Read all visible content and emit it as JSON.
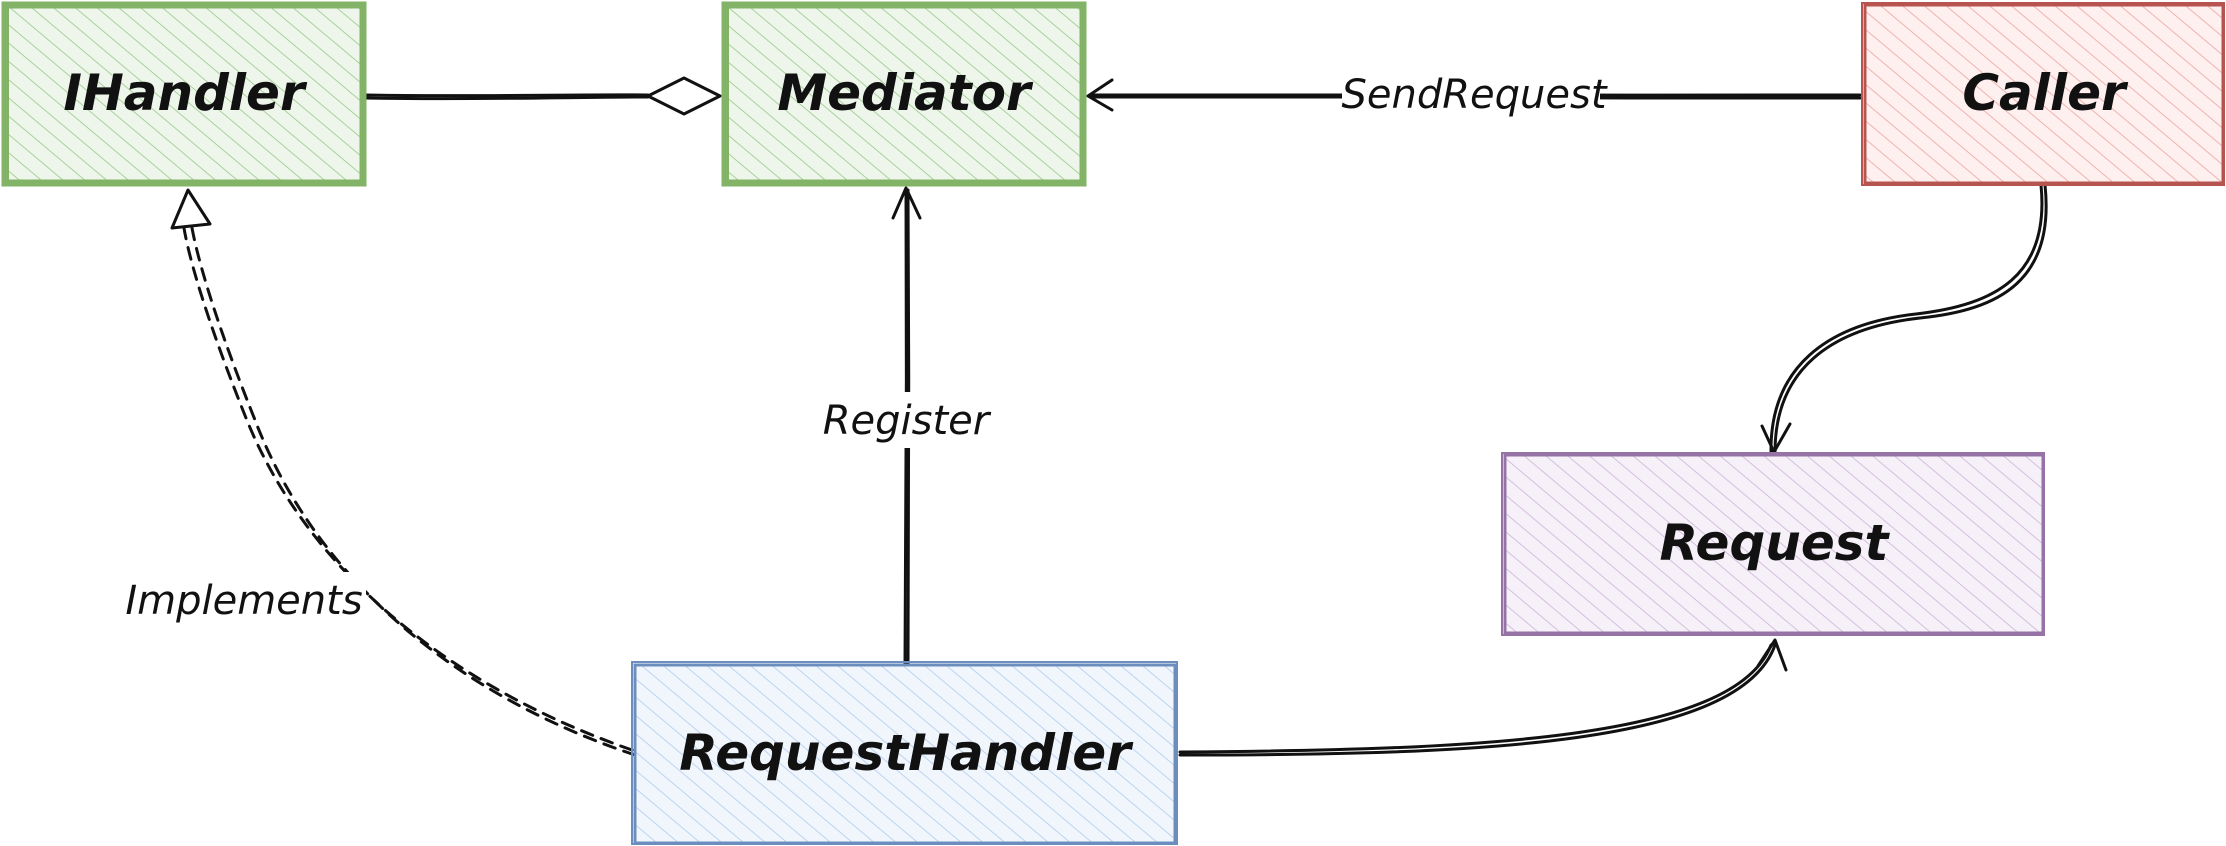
{
  "colors": {
    "green_stroke": "#82b366",
    "green_fill": "#d5e8d4",
    "red_stroke": "#b85450",
    "red_fill": "#f8cecc",
    "blue_stroke": "#6c8ebf",
    "blue_fill": "#dae8fc",
    "purple_stroke": "#9673a6",
    "purple_fill": "#e1d5e7",
    "line": "#111111"
  },
  "nodes": {
    "ihandler": {
      "label": "IHandler",
      "color": "green"
    },
    "mediator": {
      "label": "Mediator",
      "color": "green"
    },
    "caller": {
      "label": "Caller",
      "color": "red"
    },
    "request": {
      "label": "Request",
      "color": "purple"
    },
    "request_handler": {
      "label": "RequestHandler",
      "color": "blue"
    }
  },
  "edges": {
    "aggregation": {
      "from": "IHandler",
      "to": "Mediator",
      "arrow": "diamond"
    },
    "send_request": {
      "from": "Caller",
      "to": "Mediator",
      "label": "SendRequest",
      "arrow": "open"
    },
    "caller_request": {
      "from": "Caller",
      "to": "Request",
      "arrow": "open"
    },
    "register": {
      "from": "RequestHandler",
      "to": "Mediator",
      "label": "Register",
      "arrow": "open"
    },
    "implements": {
      "from": "RequestHandler",
      "to": "IHandler",
      "label": "Implements",
      "arrow": "hollow-triangle",
      "style": "dashed"
    },
    "handler_request": {
      "from": "RequestHandler",
      "to": "Request",
      "arrow": "open"
    }
  }
}
